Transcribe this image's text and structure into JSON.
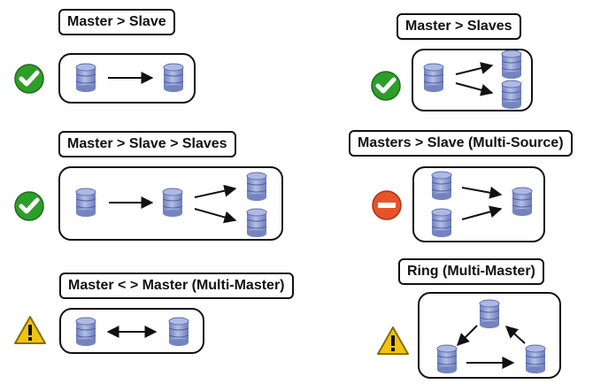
{
  "topologies": [
    {
      "label": "Master > Slave",
      "status": "supported",
      "status_icon": "check-icon"
    },
    {
      "label": "Master > Slaves",
      "status": "supported",
      "status_icon": "check-icon"
    },
    {
      "label": "Master > Slave > Slaves",
      "status": "supported",
      "status_icon": "check-icon"
    },
    {
      "label": "Masters > Slave (Multi-Source)",
      "status": "not-supported",
      "status_icon": "no-entry-icon"
    },
    {
      "label": "Master < > Master (Multi-Master)",
      "status": "warning",
      "status_icon": "warning-icon"
    },
    {
      "label": "Ring (Multi-Master)",
      "status": "warning",
      "status_icon": "warning-icon"
    }
  ],
  "colors": {
    "database": "#8e9dd2",
    "database_dark": "#5d6ca8",
    "check": "#2e9e2a",
    "no_entry": "#e8532a",
    "warning": "#f1c40f",
    "outline": "#111111"
  }
}
